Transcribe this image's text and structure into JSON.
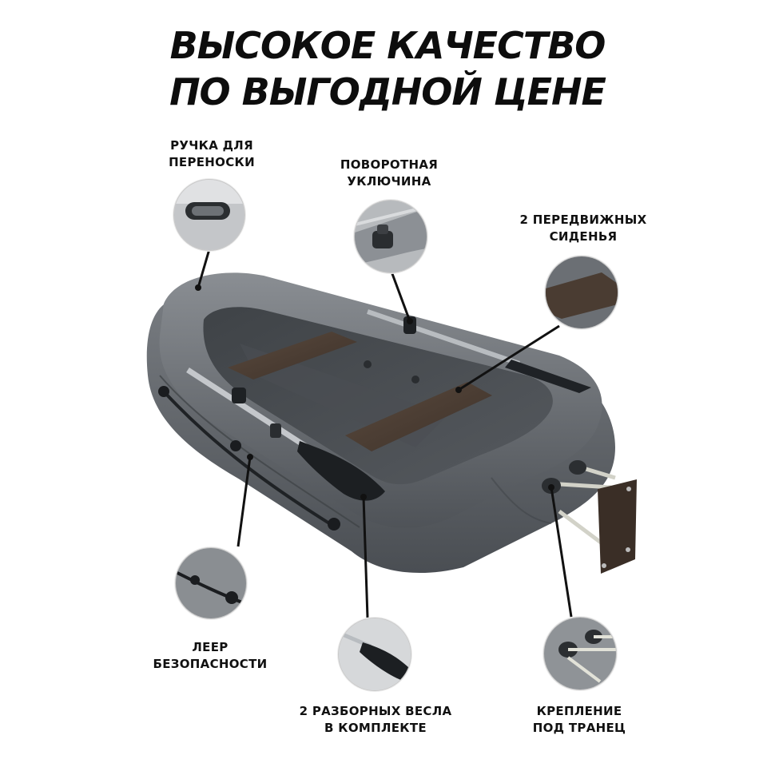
{
  "headline": {
    "line1": "ВЫСОКОЕ КАЧЕСТВО",
    "line2": "ПО ВЫГОДНОЙ ЦЕНЕ"
  },
  "features": {
    "handle": {
      "line1": "РУЧКА ДЛЯ",
      "line2": "ПЕРЕНОСКИ",
      "icon": "carry-handle"
    },
    "oarlock": {
      "line1": "ПОВОРОТНАЯ",
      "line2": "УКЛЮЧИНА",
      "icon": "swivel-oarlock"
    },
    "seats": {
      "line1": "2 ПЕРЕДВИЖНЫХ",
      "line2": "СИДЕНЬЯ",
      "icon": "seat-board"
    },
    "safety_rope": {
      "line1": "ЛЕЕР",
      "line2": "БЕЗОПАСНОСТИ",
      "icon": "safety-rope"
    },
    "oars": {
      "line1": "2 РАЗБОРНЫХ ВЕСЛА",
      "line2": "В КОМПЛЕКТЕ",
      "icon": "oar-blade"
    },
    "transom": {
      "line1": "КРЕПЛЕНИЕ",
      "line2": "ПОД ТРАНЕЦ",
      "icon": "transom-mount"
    }
  },
  "colors": {
    "boat_hull": "#6b6f74",
    "seat_wood": "#4a3c32",
    "text": "#111111"
  }
}
